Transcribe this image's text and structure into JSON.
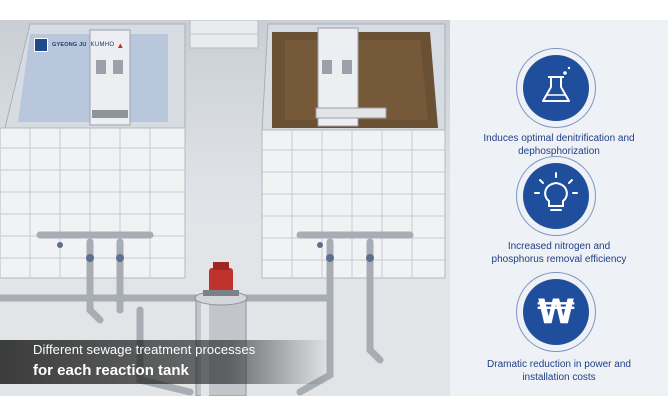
{
  "logo": {
    "text1": "GYEONG JU",
    "text2": "KUMHO",
    "mark": "▲"
  },
  "caption": {
    "line1": "Different sewage treatment processes",
    "line2": "for each reaction tank"
  },
  "features": [
    {
      "icon": "flask-icon",
      "line1": "Induces optimal denitrification and",
      "line2": "dephosphorization"
    },
    {
      "icon": "lightbulb-icon",
      "line1": "Increased nitrogen and",
      "line2": "phosphorus removal efficiency"
    },
    {
      "icon": "won-icon",
      "line1": "Dramatic reduction in power and",
      "line2": "installation costs",
      "symbol": "₩"
    }
  ],
  "colors": {
    "panel_bg": "#eef1f5",
    "icon_blue": "#1f4f9c",
    "text_blue": "#1f3f86"
  }
}
